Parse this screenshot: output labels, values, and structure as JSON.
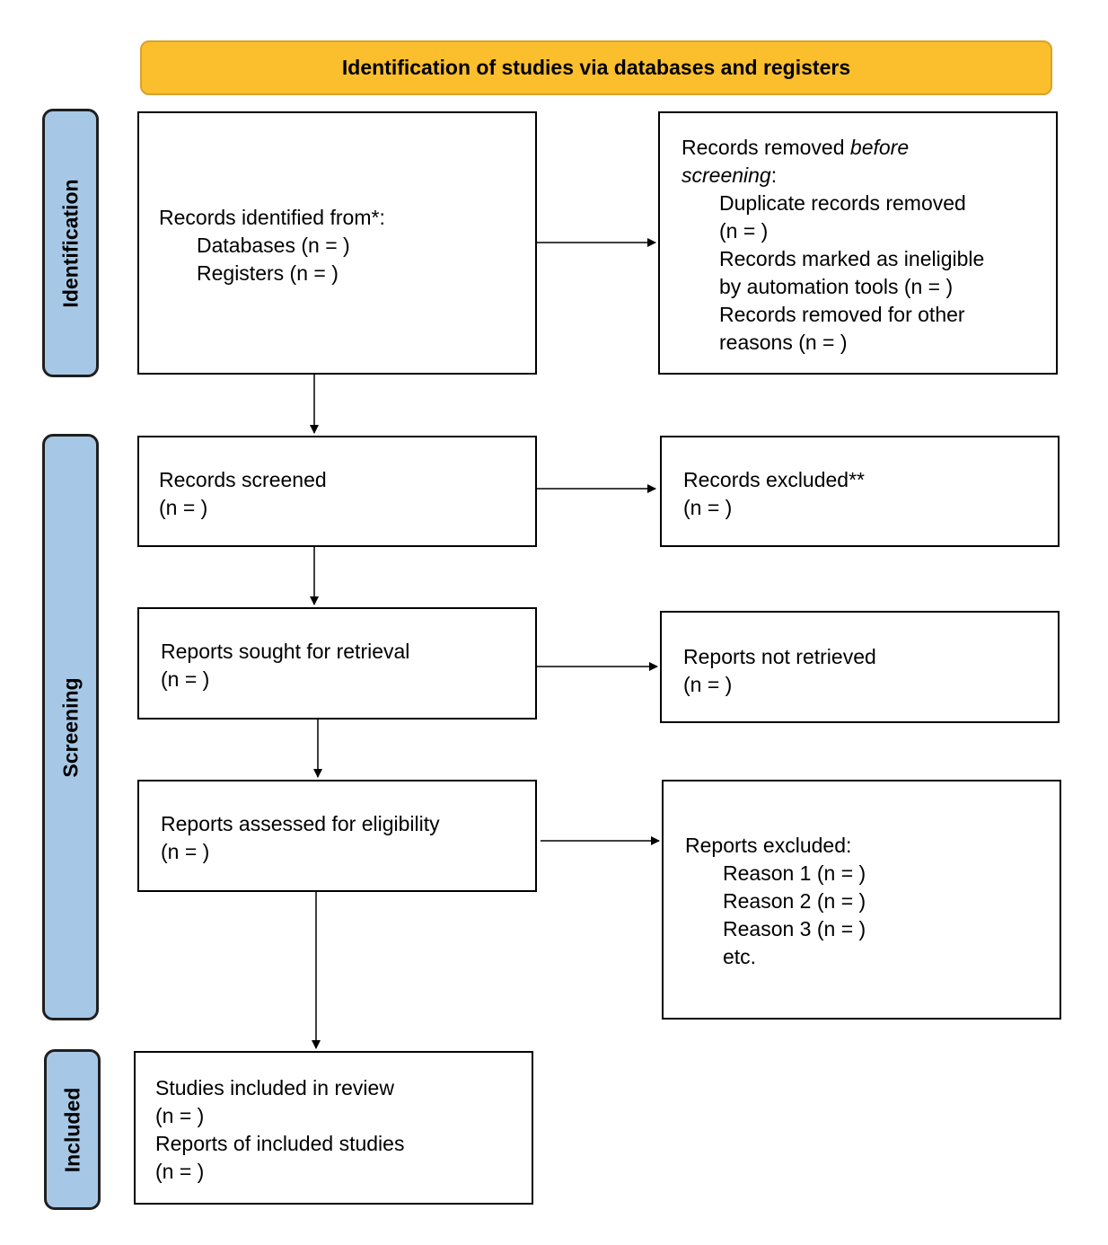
{
  "header": {
    "title": "Identification of studies via databases and registers"
  },
  "phases": {
    "identification": "Identification",
    "screening": "Screening",
    "included": "Included"
  },
  "records_identified": {
    "title": "Records identified from*:",
    "databases": "Databases (n = )",
    "registers": "Registers (n = )"
  },
  "records_removed": {
    "line1_prefix": "Records removed ",
    "line1_em": "before",
    "line2_em": "screening",
    "line2_suffix": ":",
    "duplicates": "Duplicate records removed",
    "duplicates_n": "(n = )",
    "ineligible1": "Records marked as ineligible",
    "ineligible2": "by automation tools (n = )",
    "other1": "Records removed for other",
    "other2": "reasons (n = )"
  },
  "records_screened": {
    "title": "Records screened",
    "n": "(n = )"
  },
  "records_excluded": {
    "title": "Records excluded**",
    "n": "(n = )"
  },
  "reports_sought": {
    "title": "Reports sought for retrieval",
    "n": "(n = )"
  },
  "reports_not_retrieved": {
    "title": "Reports not retrieved",
    "n": "(n = )"
  },
  "reports_assessed": {
    "title": "Reports assessed for eligibility",
    "n": "(n = )"
  },
  "reports_excluded": {
    "title": "Reports excluded:",
    "reasons": [
      "Reason 1 (n = )",
      "Reason 2 (n = )",
      "Reason 3 (n = )",
      "etc."
    ]
  },
  "studies_included": {
    "title": "Studies included in review",
    "n1": "(n = )",
    "reports": "Reports of included studies",
    "n2": "(n = )"
  }
}
